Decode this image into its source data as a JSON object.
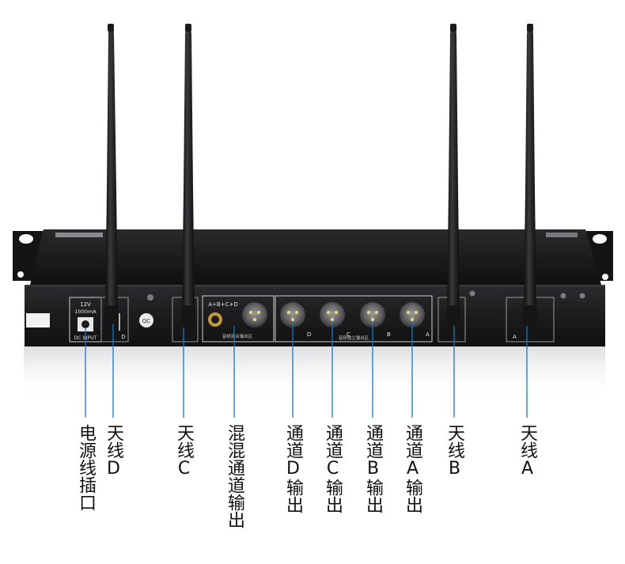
{
  "device": {
    "power_rating_volts": "12V",
    "power_rating_current": "1000mA",
    "dc_input_label": "DC INPUT",
    "mix_label": "A+B+C+D",
    "qc_sticker": "QC",
    "channel_d": "D",
    "channel_c": "C",
    "channel_b": "B",
    "channel_a": "A",
    "antenna_d_tag": "D",
    "antenna_a_tag": "A",
    "mix_output_caption": "音频混合输出区",
    "independent_output_caption": "音频独立输出区"
  },
  "callouts": [
    {
      "id": "power",
      "text": "电源线插口"
    },
    {
      "id": "antenna-d",
      "text": "天线D"
    },
    {
      "id": "antenna-c",
      "text": "天线C"
    },
    {
      "id": "mix-output",
      "text": "混混通道输出"
    },
    {
      "id": "channel-d-output",
      "text": "通道D输出"
    },
    {
      "id": "channel-c-output",
      "text": "通道C输出"
    },
    {
      "id": "channel-b-output",
      "text": "通道B输出"
    },
    {
      "id": "channel-a-output",
      "text": "通道A输出"
    },
    {
      "id": "antenna-b",
      "text": "天线B"
    },
    {
      "id": "antenna-a",
      "text": "天线A"
    }
  ],
  "colors": {
    "leader_line": "#1a73c8",
    "chassis": "#1b1b1d",
    "text": "#111111"
  }
}
